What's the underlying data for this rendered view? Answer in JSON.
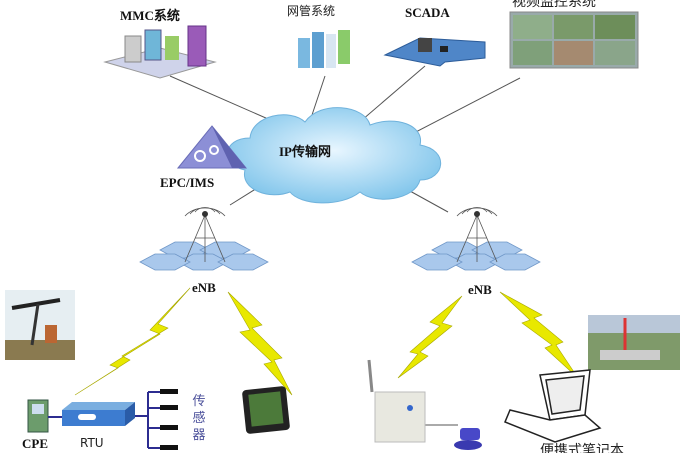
{
  "systems": {
    "mmc": "MMC系统",
    "nms": "网管系统",
    "scada": "SCADA",
    "video": "视频监控系统"
  },
  "network": {
    "cloud": "IP传输网",
    "core": "EPC/IMS",
    "enb_left": "eNB",
    "enb_right": "eNB"
  },
  "devices": {
    "cpe": "CPE",
    "rtu": "RTU",
    "sensor_chars": [
      "传",
      "感",
      "器"
    ],
    "laptop": "便携式笔记本"
  },
  "colors": {
    "cloud": "#9fd3ef",
    "lightning": "#e8e800",
    "tower": "#8fb4dd",
    "line": "#555555"
  }
}
